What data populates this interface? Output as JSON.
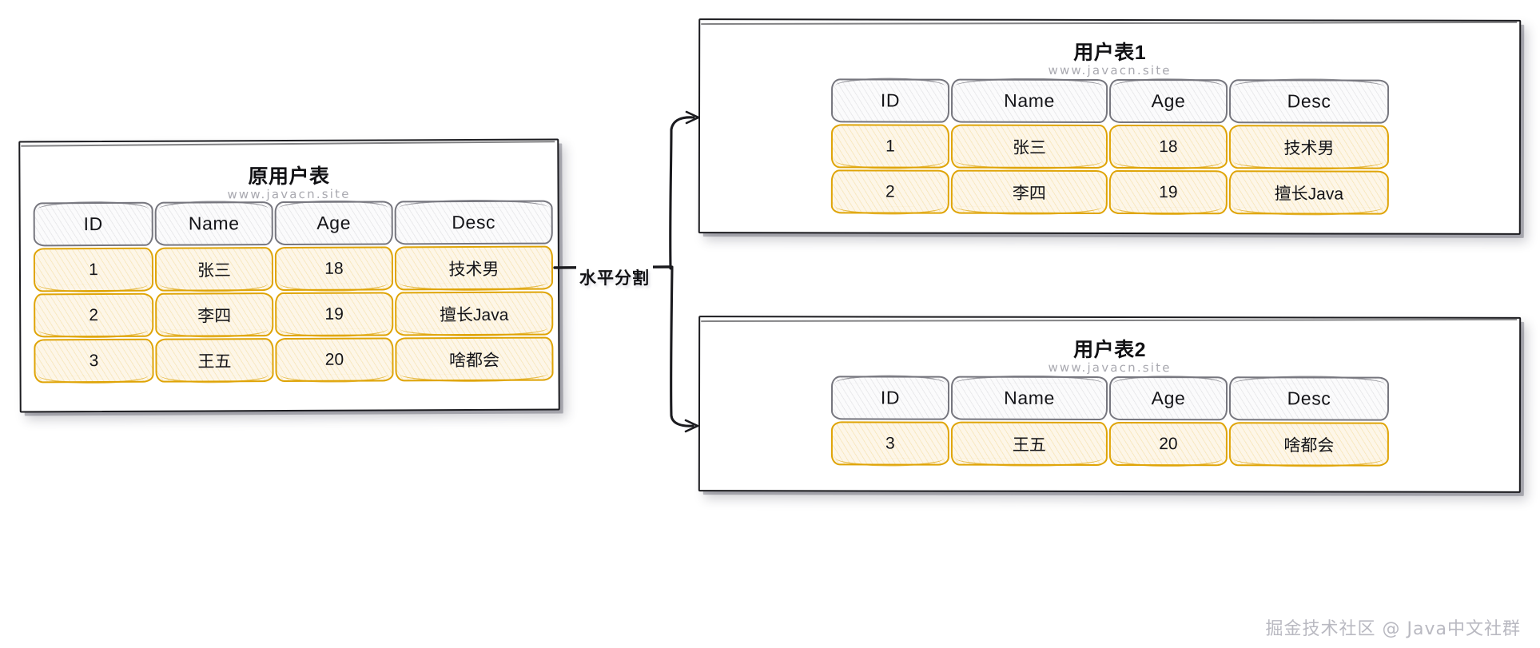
{
  "diagram": {
    "split_label": "水平分割",
    "watermark": "掘金技术社区 @ Java中文社群",
    "site": "www.javacn.site",
    "colors": {
      "header_stroke": "#76767e",
      "data_stroke": "#dfa406",
      "data_fill": "#fdf6e8",
      "panel_stroke": "#1b1b1f",
      "text": "#141418",
      "subtitle": "#a9a9b0",
      "watermark": "#b9b9c1"
    }
  },
  "source_table": {
    "title": "原用户表",
    "subtitle": "www.javacn.site",
    "columns": [
      "ID",
      "Name",
      "Age",
      "Desc"
    ],
    "rows": [
      [
        "1",
        "张三",
        "18",
        "技术男"
      ],
      [
        "2",
        "李四",
        "19",
        "擅长Java"
      ],
      [
        "3",
        "王五",
        "20",
        "啥都会"
      ]
    ]
  },
  "table_1": {
    "title": "用户表1",
    "subtitle": "www.javacn.site",
    "columns": [
      "ID",
      "Name",
      "Age",
      "Desc"
    ],
    "rows": [
      [
        "1",
        "张三",
        "18",
        "技术男"
      ],
      [
        "2",
        "李四",
        "19",
        "擅长Java"
      ]
    ]
  },
  "table_2": {
    "title": "用户表2",
    "subtitle": "www.javacn.site",
    "columns": [
      "ID",
      "Name",
      "Age",
      "Desc"
    ],
    "rows": [
      [
        "3",
        "王五",
        "20",
        "啥都会"
      ]
    ]
  }
}
